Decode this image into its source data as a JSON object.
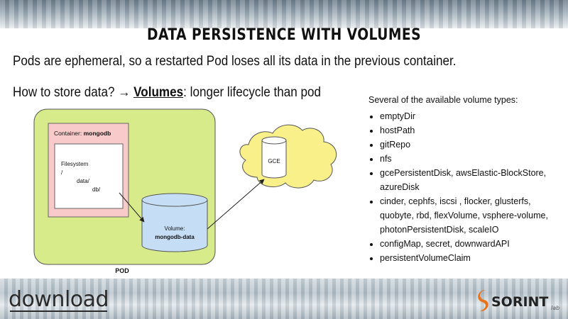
{
  "slide": {
    "title": "DATA PERSISTENCE WITH VOLUMES",
    "line1": "Pods are ephemeral, so a restarted Pod loses all its data in the previous container.",
    "line2_prefix": "How to store data? → ",
    "line2_volumes": "Volumes",
    "line2_suffix": ": longer lifecycle than pod"
  },
  "diagram": {
    "container_label": "Container: ",
    "container_name": "mongodb",
    "filesystem_label": "Filesystem",
    "fs_root": "/",
    "fs_data": "data/",
    "fs_db": "db/",
    "volume_label": "Volume:",
    "volume_name": "mongodb-data",
    "pod_label": "POD",
    "cloud_label": "GCE"
  },
  "volume_types": {
    "intro": "Several of the available volume types:",
    "items": [
      "emptyDir",
      "hostPath",
      "gitRepo",
      "nfs",
      "gcePersistentDisk, awsElastic-BlockStore, azureDisk",
      "cinder, cephfs, iscsi , flocker, glusterfs, quobyte, rbd, flexVolume, vsphere-volume, photonPersistentDisk, scaleIO",
      "configMap, secret, downwardAPI",
      "persistentVolumeClaim"
    ]
  },
  "branding": {
    "left_logo": "download",
    "right_logo_main": "SORINT",
    "right_logo_sub": "lab"
  },
  "colors": {
    "pod_fill": "#d7eb8a",
    "container_fill": "#f9caca",
    "volume_fill": "#c5def5",
    "cloud_fill": "#faf089",
    "logo_accent": "#e8731c"
  }
}
